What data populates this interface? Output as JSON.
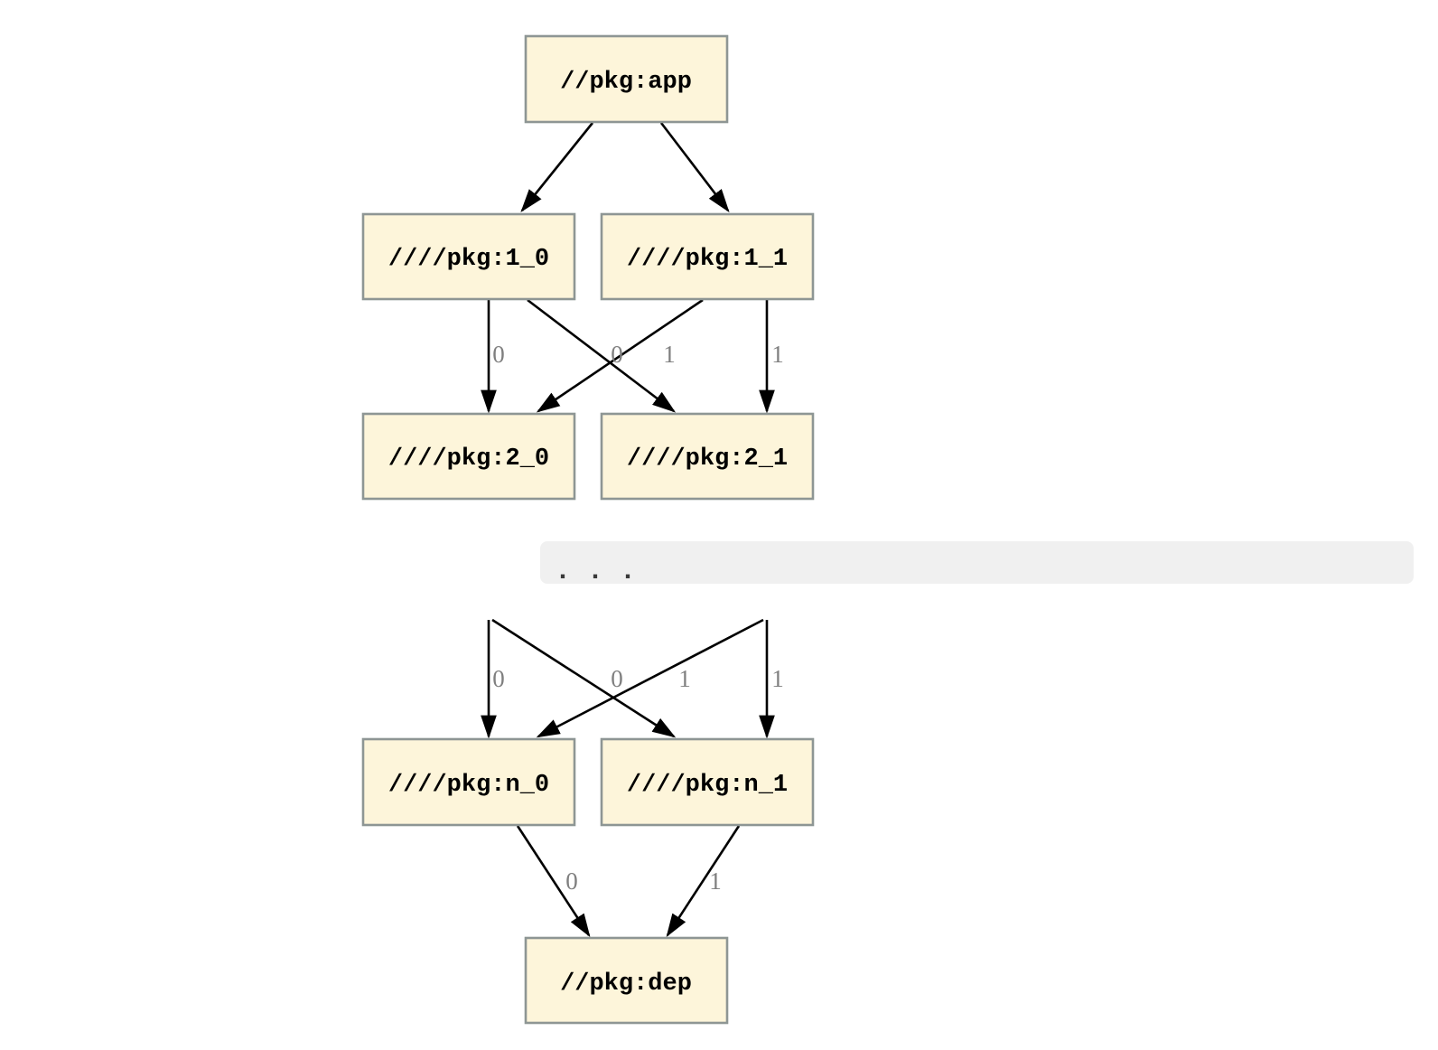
{
  "diagram": {
    "kind": "package-dependency-graph",
    "colors": {
      "node_fill": "#fdf5da",
      "node_border": "#8e9694",
      "edge": "#000000",
      "edge_label": "#7f7f7f",
      "elision_band": "#f0f0f0",
      "background": "#ffffff"
    },
    "nodes": {
      "app": {
        "label": "//pkg:app"
      },
      "l1_0": {
        "label": "////pkg:1_0"
      },
      "l1_1": {
        "label": "////pkg:1_1"
      },
      "l2_0": {
        "label": "////pkg:2_0"
      },
      "l2_1": {
        "label": "////pkg:2_1"
      },
      "ln_0": {
        "label": "////pkg:n_0"
      },
      "ln_1": {
        "label": "////pkg:n_1"
      },
      "dep": {
        "label": "//pkg:dep"
      }
    },
    "band": {
      "ellipsis": ". . ."
    },
    "edge_labels": [
      "0",
      "0",
      "1",
      "1",
      "0",
      "0",
      "1",
      "1",
      "0",
      "1"
    ],
    "edges": [
      {
        "from": "//pkg:app",
        "to": "////pkg:1_0",
        "label": ""
      },
      {
        "from": "//pkg:app",
        "to": "////pkg:1_1",
        "label": ""
      },
      {
        "from": "////pkg:1_0",
        "to": "////pkg:2_0",
        "label": "0"
      },
      {
        "from": "////pkg:1_0",
        "to": "////pkg:2_1",
        "label": "1"
      },
      {
        "from": "////pkg:1_1",
        "to": "////pkg:2_0",
        "label": "0"
      },
      {
        "from": "////pkg:1_1",
        "to": "////pkg:2_1",
        "label": "1"
      },
      {
        "from": "…",
        "to": "////pkg:n_0",
        "label": "0"
      },
      {
        "from": "…",
        "to": "////pkg:n_0",
        "label": "0"
      },
      {
        "from": "…",
        "to": "////pkg:n_1",
        "label": "1"
      },
      {
        "from": "…",
        "to": "////pkg:n_1",
        "label": "1"
      },
      {
        "from": "////pkg:n_0",
        "to": "//pkg:dep",
        "label": "0"
      },
      {
        "from": "////pkg:n_1",
        "to": "//pkg:dep",
        "label": "1"
      }
    ]
  }
}
